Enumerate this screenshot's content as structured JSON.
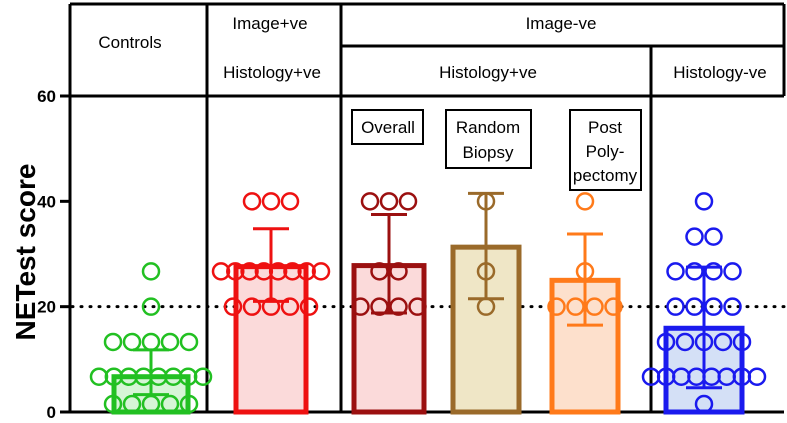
{
  "chart_data": {
    "type": "bar",
    "ylabel": "NETest score",
    "ylim": [
      0,
      60
    ],
    "yticks": [
      0,
      20,
      40,
      60
    ],
    "threshold": 20,
    "header": {
      "controls": "Controls",
      "image_pos": "Image+ve",
      "image_pos_histology": "Histology+ve",
      "image_neg": "Image-ve",
      "image_neg_histology_pos": "Histology+ve",
      "image_neg_histology_neg": "Histology-ve"
    },
    "subgroup_labels": {
      "overall": "Overall",
      "random_line1": "Random",
      "random_line2": "Biopsy",
      "post_line1": "Post",
      "post_line2": "Poly-",
      "post_line3": "pectomy"
    },
    "series": [
      {
        "key": "controls",
        "color": "#22c022",
        "fill": "#d6f5d6",
        "mean": 6.7,
        "sd_low": 3.3,
        "sd_high": 11.8,
        "points": [
          0,
          0,
          0,
          0,
          0,
          6.7,
          6.7,
          6.7,
          6.7,
          6.7,
          6.7,
          6.7,
          6.7,
          13.3,
          13.3,
          13.3,
          13.3,
          13.3,
          20,
          26.7
        ]
      },
      {
        "key": "image_pos_histology_pos",
        "color": "#ee1111",
        "fill": "#fbdada",
        "mean": 27.6,
        "sd_low": 21,
        "sd_high": 34.8,
        "points": [
          20,
          20,
          20,
          20,
          20,
          26.7,
          26.7,
          26.7,
          26.7,
          26.7,
          26.7,
          26.7,
          26.7,
          40,
          40,
          40
        ]
      },
      {
        "key": "overall",
        "color": "#9b1010",
        "fill": "#fbdada",
        "mean": 27.8,
        "sd_low": 18.8,
        "sd_high": 37.5,
        "points": [
          20,
          20,
          20,
          20,
          26.7,
          26.7,
          40,
          40,
          40
        ]
      },
      {
        "key": "random_biopsy",
        "color": "#9a6a2a",
        "fill": "#efe6c6",
        "mean": 31.3,
        "sd_low": 21.5,
        "sd_high": 41.5,
        "points": [
          20,
          26.7,
          40
        ]
      },
      {
        "key": "post_polypectomy",
        "color": "#ff7a1a",
        "fill": "#fde0cc",
        "mean": 25,
        "sd_low": 16.5,
        "sd_high": 33.8,
        "points": [
          20,
          20,
          20,
          20,
          26.7,
          40
        ]
      },
      {
        "key": "image_neg_histology_neg",
        "color": "#1a1aee",
        "fill": "#d4e0f6",
        "mean": 15.9,
        "sd_low": 4.6,
        "sd_high": 27.5,
        "points": [
          0,
          6.7,
          6.7,
          6.7,
          6.7,
          6.7,
          6.7,
          6.7,
          6.7,
          13.3,
          13.3,
          13.3,
          13.3,
          13.3,
          20,
          20,
          20,
          20,
          26.7,
          26.7,
          26.7,
          26.7,
          33.3,
          33.3,
          40
        ]
      }
    ]
  }
}
